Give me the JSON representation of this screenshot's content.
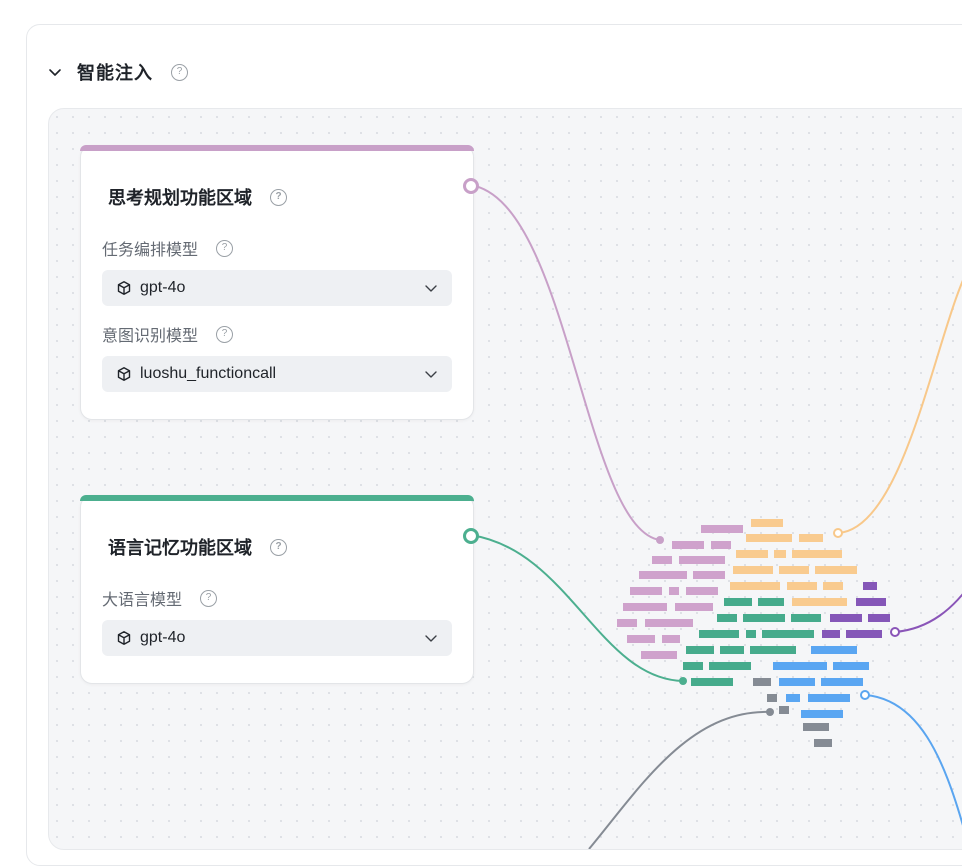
{
  "section": {
    "title": "智能注入"
  },
  "colors": {
    "planning": "#c8a0c8",
    "memory": "#4caf8f",
    "yellow": "#f8c88a",
    "purple": "#8a55b8",
    "blue": "#5aa5f0",
    "gray": "#858b94"
  },
  "icons": {
    "expand": "chevron-down-icon",
    "help": "help-circle-icon",
    "model": "cube-icon",
    "dropdown": "chevron-down-icon"
  },
  "cards": {
    "planning": {
      "title": "思考规划功能区域",
      "fields": [
        {
          "label": "任务编排模型",
          "value": "gpt-4o"
        },
        {
          "label": "意图识别模型",
          "value": "luoshu_functioncall"
        }
      ]
    },
    "memory": {
      "title": "语言记忆功能区域",
      "fields": [
        {
          "label": "大语言模型",
          "value": "gpt-4o"
        }
      ]
    }
  }
}
